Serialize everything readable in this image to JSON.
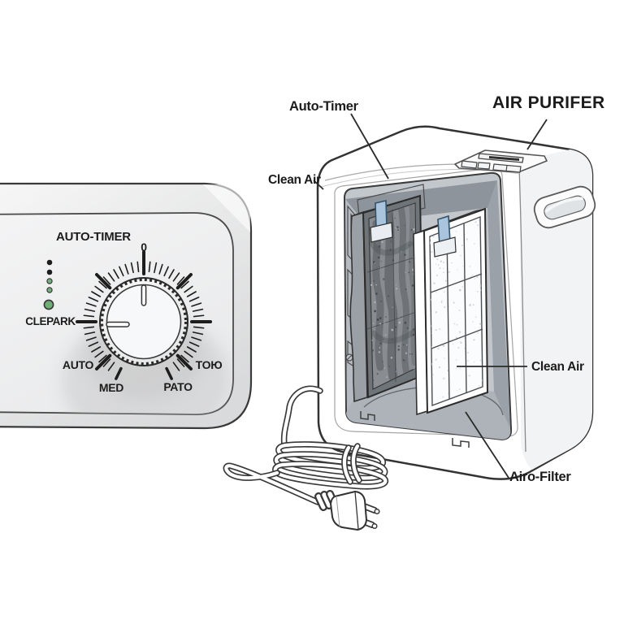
{
  "callouts": {
    "auto_timer": "Auto-Timer",
    "clean_air_top": "Clean Air",
    "product": "AIR PURIFER",
    "clean_air_side": "Clean Air",
    "air_filter": "Airo-Filter"
  },
  "dial_panel": {
    "title": "AUTO-TIMER",
    "scale_top": "0",
    "mode_left": "CLEPARK",
    "mode_lower_left": "AUTO",
    "mode_bottom_left": "MED",
    "mode_bottom_right": "PATO",
    "mode_right": "TOЮ",
    "leds": [
      {
        "name": "led-1",
        "color": "#1d1d1d"
      },
      {
        "name": "led-2",
        "color": "#1d1d1d"
      },
      {
        "name": "led-3",
        "color": "#74b07c"
      },
      {
        "name": "led-4",
        "color": "#74b07c"
      },
      {
        "name": "led-5",
        "color": "#6fae77"
      }
    ]
  },
  "colors": {
    "outline": "#2e2e2e",
    "panel_fill": "#efefef",
    "interior_gray": "#b7bcc2",
    "filter_tab_blue": "#a9c4dc",
    "led_green": "#72af7b"
  }
}
